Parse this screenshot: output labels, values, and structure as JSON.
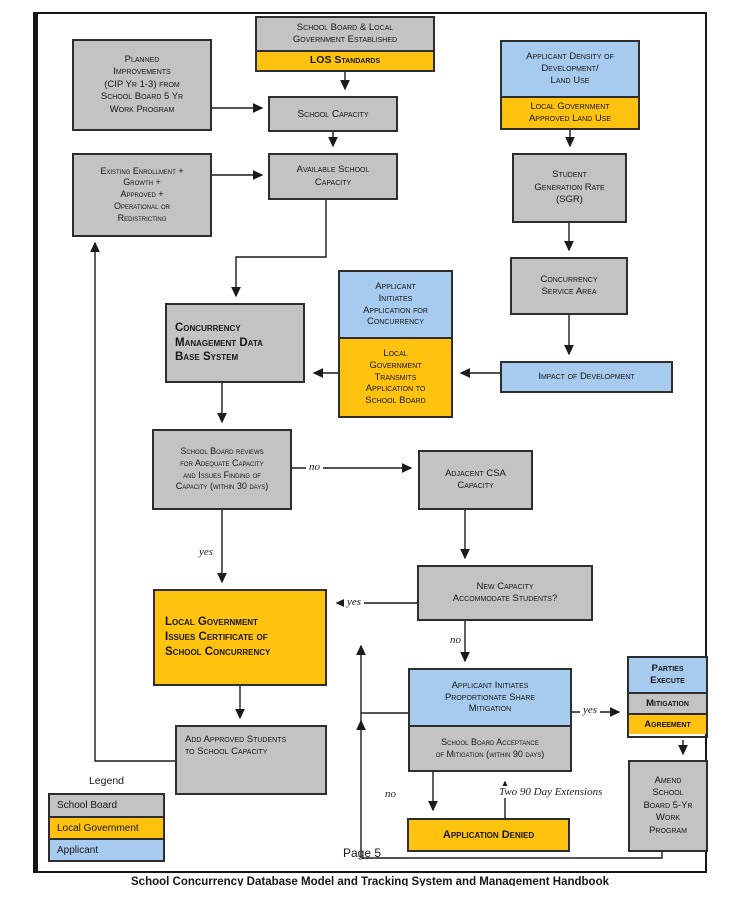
{
  "diagram": {
    "colors": {
      "gray": "#c3c3c3",
      "yellow": "#ffc20e",
      "blue": "#a7cbee",
      "line": "#1a1a1a"
    },
    "boxes": {
      "planned_improvements": {
        "label": "Planned\nImprovements\n(CIP Yr 1-3) from\nSchool Board 5 Yr\nWork Program"
      },
      "sb_lg_established": {
        "top": "School Board & Local\nGovernment Established",
        "bottom": "LOS Standards"
      },
      "applicant_density": {
        "top": "Applicant Density of\nDevelopment/\nLand Use",
        "bottom": "Local Government\nApproved Land Use"
      },
      "school_capacity": {
        "label": "School Capacity"
      },
      "existing_enrollment": {
        "label": "Existing Enrollment +\nGrowth +\nApproved +\nOperational or\nRedistricting"
      },
      "available_school_capacity": {
        "label": "Available School\nCapacity"
      },
      "student_generation_rate": {
        "label": "Student\nGeneration Rate\n(SGR)"
      },
      "concurrency_service_area": {
        "label": "Concurrency\nService Area"
      },
      "cmdbs": {
        "label": "Concurrency\nManagement  Data\nBase System"
      },
      "applicant_initiates_application": {
        "top": "Applicant\nInitiates\nApplication for\nConcurrency",
        "bottom": "Local\nGovernment\nTransmits\nApplication to\nSchool Board"
      },
      "impact_of_development": {
        "label": "Impact of Development"
      },
      "school_board_reviews": {
        "label": "School Board reviews\nfor Adequate Capacity\nand Issues Finding of\nCapacity (within 30 days)"
      },
      "adjacent_csa": {
        "label": "Adjacent CSA\nCapacity"
      },
      "new_capacity": {
        "label": "New Capacity\nAccommodate Students?"
      },
      "certificate": {
        "label": "Local Government\nIssues Certificate of\nSchool Concurrency"
      },
      "mitigation": {
        "top": "Applicant Initiates\nProportionate Share\nMitigation",
        "bottom": "School Board Acceptance\nof Mitigation (within 90 days)"
      },
      "parties_execute": {
        "top": "Parties\nExecute",
        "middle": "Mitigation",
        "bottom": "Agreement"
      },
      "add_approved_students": {
        "label": "Add Approved Students\nto School Capacity"
      },
      "amend_work_program": {
        "label": "Amend\nSchool\nBoard 5-Yr\nWork\nProgram"
      },
      "application_denied": {
        "label": "Application Denied"
      }
    },
    "edge_labels": {
      "no_adjacent": "no",
      "yes_certificate": "yes",
      "yes_new_capacity": "yes",
      "no_mitigation": "no",
      "yes_parties": "yes",
      "no_denied": "no",
      "extensions": "Two 90 Day Extensions"
    },
    "legend": {
      "title": "Legend",
      "items": {
        "school_board": {
          "label": "School Board",
          "color": "#c3c3c3"
        },
        "local_government": {
          "label": "Local Government",
          "color": "#ffc20e"
        },
        "applicant": {
          "label": "Applicant",
          "color": "#a7cbee"
        }
      }
    },
    "footer": {
      "page_number": "Page 5",
      "document_title": "School Concurrency Database Model and Tracking System and Management Handbook"
    }
  }
}
